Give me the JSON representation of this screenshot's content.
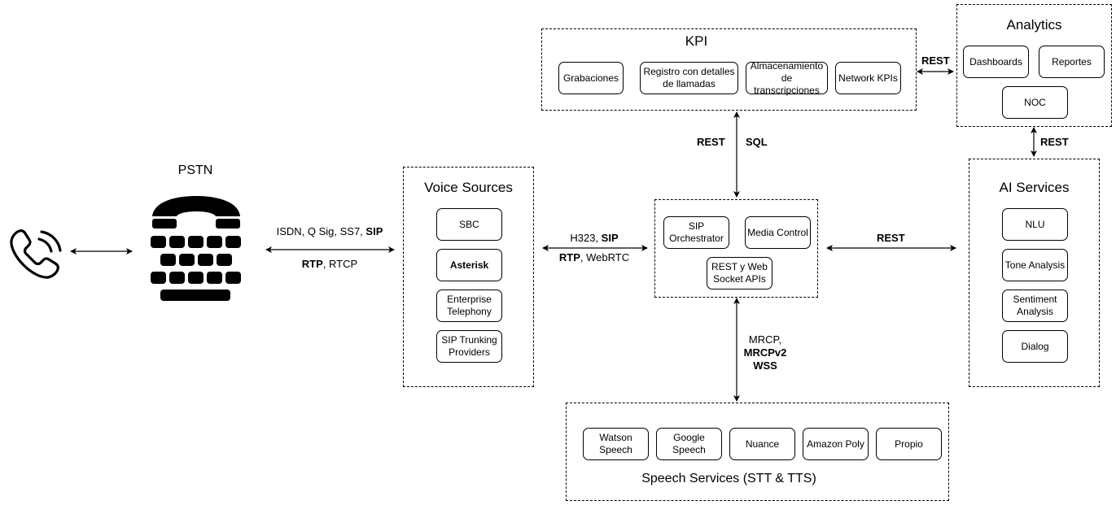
{
  "diagram": {
    "pstn": {
      "title": "PSTN"
    },
    "icons": {
      "caller": "phone-call-icon",
      "pstn": "tty-phone-keyboard-icon"
    },
    "voice_sources": {
      "title": "Voice Sources",
      "items": [
        {
          "label": "SBC",
          "bold": false
        },
        {
          "label": "Asterisk",
          "bold": true
        },
        {
          "label": "Enterprise Telephony",
          "bold": false
        },
        {
          "label": "SIP Trunking Providers",
          "bold": false
        }
      ]
    },
    "orchestrator": {
      "items": [
        {
          "label": "SIP Orchestrator"
        },
        {
          "label": "Media Control"
        },
        {
          "label": "REST y Web Socket APIs"
        }
      ]
    },
    "kpi": {
      "title": "KPI",
      "items": [
        {
          "label": "Grabaciones"
        },
        {
          "label": "Registro con detalles de llamadas"
        },
        {
          "label": "Almacenamiento de transcripciones"
        },
        {
          "label": "Network KPIs"
        }
      ]
    },
    "analytics": {
      "title": "Analytics",
      "items": [
        {
          "label": "Dashboards"
        },
        {
          "label": "Reportes"
        },
        {
          "label": "NOC"
        }
      ]
    },
    "ai_services": {
      "title": "AI Services",
      "items": [
        {
          "label": "NLU"
        },
        {
          "label": "Tone Analysis"
        },
        {
          "label": "Sentiment Analysis"
        },
        {
          "label": "Dialog"
        }
      ]
    },
    "speech_services": {
      "title": "Speech Services (STT & TTS)",
      "items": [
        {
          "label": "Watson Speech"
        },
        {
          "label": "Google Speech"
        },
        {
          "label": "Nuance"
        },
        {
          "label": "Amazon Poly"
        },
        {
          "label": "Propio"
        }
      ]
    },
    "connections": {
      "pstn_voice": {
        "top_parts": [
          {
            "text": "ISDN, Q Sig, SS7, ",
            "bold": false
          },
          {
            "text": "SIP",
            "bold": true
          }
        ],
        "bottom_parts": [
          {
            "text": "RTP",
            "bold": true
          },
          {
            "text": ", RTCP",
            "bold": false
          }
        ]
      },
      "voice_orch": {
        "top_parts": [
          {
            "text": "H323, ",
            "bold": false
          },
          {
            "text": "SIP",
            "bold": true
          }
        ],
        "bottom_parts": [
          {
            "text": "RTP",
            "bold": true
          },
          {
            "text": ", WebRTC",
            "bold": false
          }
        ]
      },
      "kpi_orch": {
        "left": "REST",
        "right": "SQL"
      },
      "orch_ai": {
        "label": "REST"
      },
      "kpi_analytics": {
        "label": "REST"
      },
      "analytics_ai": {
        "label": "REST"
      },
      "orch_speech": {
        "lines": [
          {
            "text": "MRCP,",
            "bold": false
          },
          {
            "text": "MRCPv2",
            "bold": true
          },
          {
            "text": "WSS",
            "bold": true
          }
        ]
      }
    }
  }
}
